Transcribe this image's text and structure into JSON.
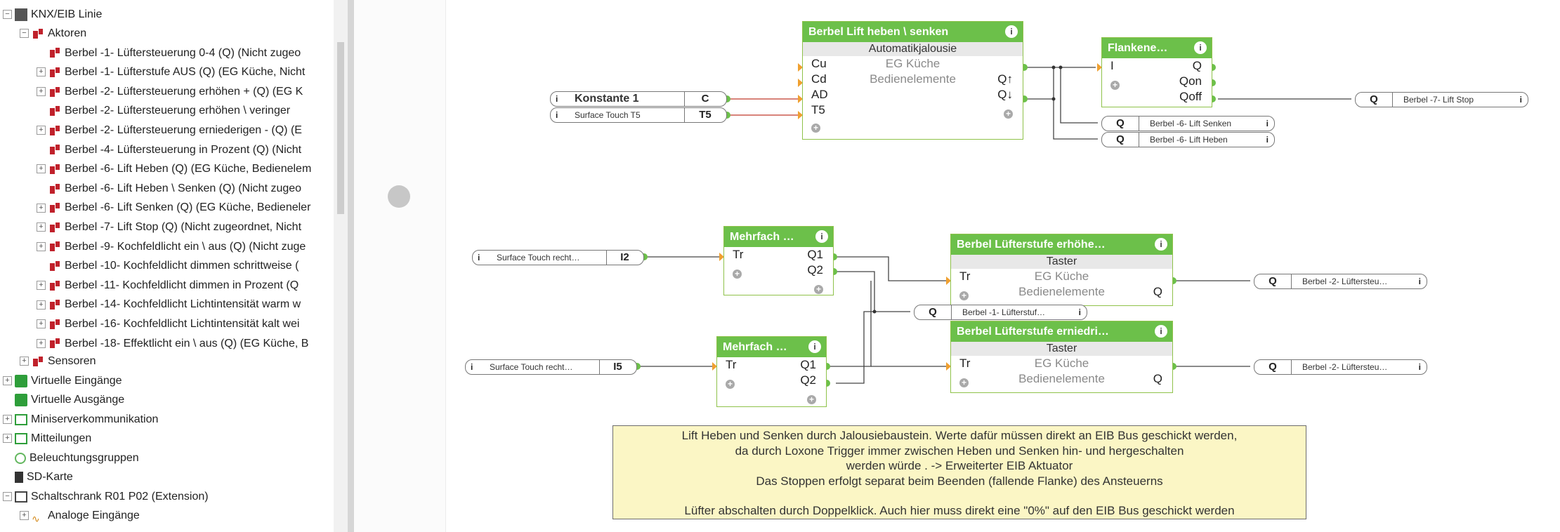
{
  "tree": [
    {
      "label": "KNX/EIB Linie",
      "icon": "knx-line-icon",
      "expander": "−"
    },
    {
      "label": "Aktoren",
      "icon": "actuator-group-icon",
      "expander": "−"
    },
    {
      "label": "Berbel -1- Lüftersteuerung 0-4 (Q) (Nicht zugeo",
      "icon": "actuator-icon",
      "expander": ""
    },
    {
      "label": "Berbel -1- Lüfterstufe AUS (Q) (EG Küche, Nicht",
      "icon": "actuator-icon",
      "expander": "+"
    },
    {
      "label": "Berbel -2- Lüftersteuerung erhöhen + (Q) (EG K",
      "icon": "actuator-icon",
      "expander": "+"
    },
    {
      "label": "Berbel -2- Lüftersteuerung erhöhen  \\  veringer",
      "icon": "actuator-icon",
      "expander": ""
    },
    {
      "label": "Berbel -2- Lüftersteuerung erniederigen - (Q) (E",
      "icon": "actuator-icon",
      "expander": "+"
    },
    {
      "label": "Berbel -4- Lüftersteuerung in Prozent (Q) (Nicht",
      "icon": "actuator-icon",
      "expander": ""
    },
    {
      "label": "Berbel -6- Lift Heben (Q) (EG Küche, Bedienelem",
      "icon": "actuator-icon",
      "expander": "+"
    },
    {
      "label": "Berbel -6- Lift Heben \\ Senken (Q) (Nicht zugeo",
      "icon": "actuator-icon",
      "expander": ""
    },
    {
      "label": "Berbel -6- Lift Senken (Q) (EG Küche, Bedieneler",
      "icon": "actuator-icon",
      "expander": "+"
    },
    {
      "label": "Berbel -7- Lift Stop (Q) (Nicht zugeordnet, Nicht",
      "icon": "actuator-icon",
      "expander": "+"
    },
    {
      "label": "Berbel -9- Kochfeldlicht ein \\ aus (Q) (Nicht zuge",
      "icon": "actuator-icon",
      "expander": "+"
    },
    {
      "label": "Berbel -10- Kochfeldlicht dimmen schrittweise (",
      "icon": "actuator-icon",
      "expander": ""
    },
    {
      "label": "Berbel -11- Kochfeldlicht dimmen in Prozent (Q",
      "icon": "actuator-icon",
      "expander": "+"
    },
    {
      "label": "Berbel -14- Kochfeldlicht Lichtintensität warm w",
      "icon": "actuator-icon",
      "expander": "+"
    },
    {
      "label": "Berbel -16- Kochfeldlicht Lichtintensität kalt wei",
      "icon": "actuator-icon",
      "expander": "+"
    },
    {
      "label": "Berbel -18- Effektlicht ein \\ aus (Q) (EG Küche, B",
      "icon": "actuator-icon",
      "expander": "+"
    },
    {
      "label": "Sensoren",
      "icon": "sensor-group-icon",
      "expander": "+"
    },
    {
      "label": "Virtuelle Eingänge",
      "icon": "virtual-input-icon",
      "expander": "+"
    },
    {
      "label": "Virtuelle Ausgänge",
      "icon": "virtual-output-icon",
      "expander": ""
    },
    {
      "label": "Miniserverkommunikation",
      "icon": "miniserver-icon",
      "expander": "+"
    },
    {
      "label": "Mitteilungen",
      "icon": "messages-icon",
      "expander": "+"
    },
    {
      "label": "Beleuchtungsgruppen",
      "icon": "lighting-group-icon",
      "expander": ""
    },
    {
      "label": "SD-Karte",
      "icon": "sd-card-icon",
      "expander": ""
    },
    {
      "label": "Schaltschrank R01 P02 (Extension)",
      "icon": "cabinet-icon",
      "expander": "−"
    },
    {
      "label": "Analoge Eingänge",
      "icon": "analog-input-icon",
      "expander": "+"
    }
  ],
  "blocks": {
    "jalousie": {
      "title": "Berbel Lift heben \\ senken",
      "type": "Automatikjalousie",
      "room": "EG Küche",
      "category": "Bedienelemente",
      "in": [
        "Cu",
        "Cd",
        "AD",
        "T5"
      ],
      "out_up": "Q↑",
      "out_down": "Q↓"
    },
    "flanke": {
      "title": "Flankene…",
      "in": "I",
      "out": [
        "Q",
        "Qon",
        "Qoff"
      ]
    },
    "mf1": {
      "title": "Mehrfach …",
      "in": "Tr",
      "out": [
        "Q1",
        "Q2"
      ]
    },
    "mf2": {
      "title": "Mehrfach …",
      "in": "Tr",
      "out": [
        "Q1",
        "Q2"
      ]
    },
    "up": {
      "title": "Berbel  Lüfterstufe  erhöhe…",
      "type": "Taster",
      "in": "Tr",
      "room": "EG Küche",
      "category": "Bedienelemente",
      "out": "Q"
    },
    "down": {
      "title": "Berbel  Lüfterstufe  erniedri…",
      "type": "Taster",
      "in": "Tr",
      "room": "EG Küche",
      "category": "Bedienelemente",
      "out": "Q"
    }
  },
  "refs": {
    "konst": {
      "name": "Konstante 1",
      "tag": "C"
    },
    "t5": {
      "name": "Surface Touch T5",
      "tag": "T5"
    },
    "i2": {
      "name": "Surface Touch recht…",
      "tag": "I2"
    },
    "i5": {
      "name": "Surface Touch recht…",
      "tag": "I5"
    },
    "stop": {
      "tag": "Q",
      "name": "Berbel -7- Lift Stop"
    },
    "senken": {
      "tag": "Q",
      "name": "Berbel -6- Lift Senken"
    },
    "heben": {
      "tag": "Q",
      "name": "Berbel -6- Lift Heben"
    },
    "aus": {
      "tag": "Q",
      "name": "Berbel -1- Lüfterstuf…"
    },
    "out2a": {
      "tag": "Q",
      "name": "Berbel -2- Lüftersteu…"
    },
    "out2b": {
      "tag": "Q",
      "name": "Berbel -2- Lüftersteu…"
    }
  },
  "note": [
    "Lift Heben und Senken durch Jalousiebaustein. Werte dafür müssen direkt an EIB Bus geschickt werden,",
    "da durch Loxone Trigger immer zwischen Heben und Senken hin- und hergeschalten",
    "werden würde . -> Erweiterter EIB Aktuator",
    "Das Stoppen erfolgt separat beim Beenden (fallende Flanke) des Ansteuerns",
    "",
    "Lüfter abschalten durch Doppelklick. Auch hier muss direkt eine \"0%\" auf den EIB Bus geschickt werden"
  ],
  "colors": {
    "block_header": "#6cc04a",
    "connector": "#6cc04a",
    "input_arrow": "#f0a030",
    "note_bg": "#fbf6c5",
    "wire_red": "#c0392b"
  }
}
